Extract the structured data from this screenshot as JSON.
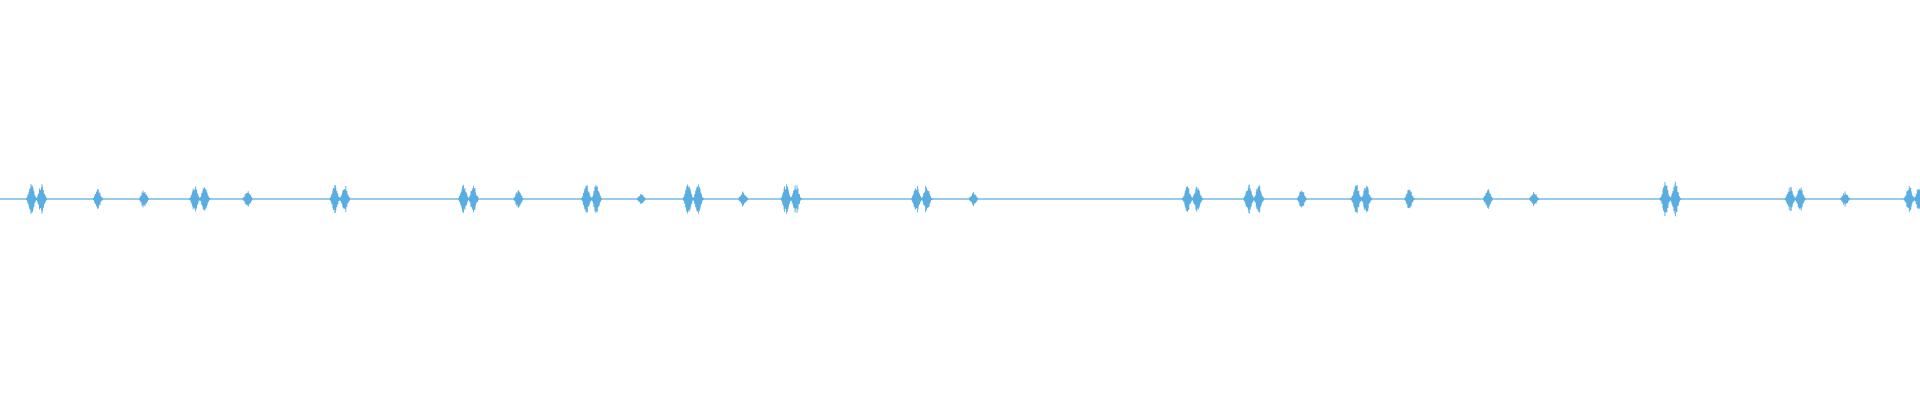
{
  "waveform": {
    "color": "#5aade0",
    "bursts": [
      {
        "t": 0.019,
        "amp": 0.45,
        "peaks": 2
      },
      {
        "t": 0.051,
        "amp": 0.28,
        "peaks": 1
      },
      {
        "t": 0.075,
        "amp": 0.27,
        "peaks": 1
      },
      {
        "t": 0.104,
        "amp": 0.4,
        "peaks": 2
      },
      {
        "t": 0.129,
        "amp": 0.26,
        "peaks": 1
      },
      {
        "t": 0.177,
        "amp": 0.4,
        "peaks": 2
      },
      {
        "t": 0.244,
        "amp": 0.42,
        "peaks": 2
      },
      {
        "t": 0.27,
        "amp": 0.28,
        "peaks": 1
      },
      {
        "t": 0.308,
        "amp": 0.43,
        "peaks": 2
      },
      {
        "t": 0.334,
        "amp": 0.16,
        "peaks": 1
      },
      {
        "t": 0.361,
        "amp": 0.45,
        "peaks": 2
      },
      {
        "t": 0.387,
        "amp": 0.22,
        "peaks": 1
      },
      {
        "t": 0.412,
        "amp": 0.45,
        "peaks": 2
      },
      {
        "t": 0.48,
        "amp": 0.43,
        "peaks": 2
      },
      {
        "t": 0.507,
        "amp": 0.2,
        "peaks": 1
      },
      {
        "t": 0.621,
        "amp": 0.38,
        "peaks": 2
      },
      {
        "t": 0.653,
        "amp": 0.43,
        "peaks": 2
      },
      {
        "t": 0.678,
        "amp": 0.28,
        "peaks": 1
      },
      {
        "t": 0.709,
        "amp": 0.46,
        "peaks": 2
      },
      {
        "t": 0.734,
        "amp": 0.3,
        "peaks": 1
      },
      {
        "t": 0.775,
        "amp": 0.28,
        "peaks": 1
      },
      {
        "t": 0.799,
        "amp": 0.22,
        "peaks": 1
      },
      {
        "t": 0.87,
        "amp": 0.5,
        "peaks": 2
      },
      {
        "t": 0.935,
        "amp": 0.38,
        "peaks": 2
      },
      {
        "t": 0.961,
        "amp": 0.22,
        "peaks": 1
      },
      {
        "t": 0.997,
        "amp": 0.4,
        "peaks": 2
      }
    ]
  }
}
